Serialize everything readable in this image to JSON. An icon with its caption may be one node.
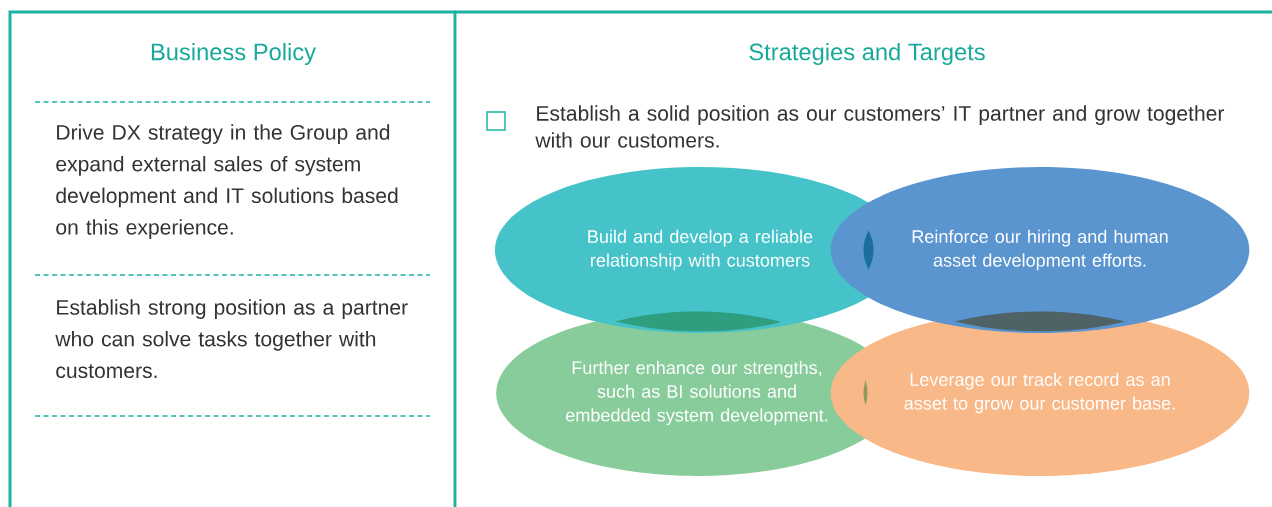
{
  "diagram": {
    "nodes": [
      {
        "text": [
          "Business Policy",
          "Drive DX strategy in the Group and expand external sales of system development and IT solutions based on this experience.",
          "Establish strong position as a partner who can solve tasks together with customers."
        ]
      },
      {
        "text": [
          "Strategies and Targets",
          "Establish a solid position as our customers’ IT partner and grow together with our customers."
        ]
      },
      {
        "text": [
          "Build and develop a reliable relationship with customers"
        ]
      },
      {
        "text": [
          "Reinforce our hiring and human asset development efforts."
        ]
      },
      {
        "text": [
          "Further enhance our strengths, such as BI solutions and embedded system development."
        ]
      },
      {
        "text": [
          "Leverage our track record as an asset to grow our customer base."
        ]
      }
    ]
  }
}
